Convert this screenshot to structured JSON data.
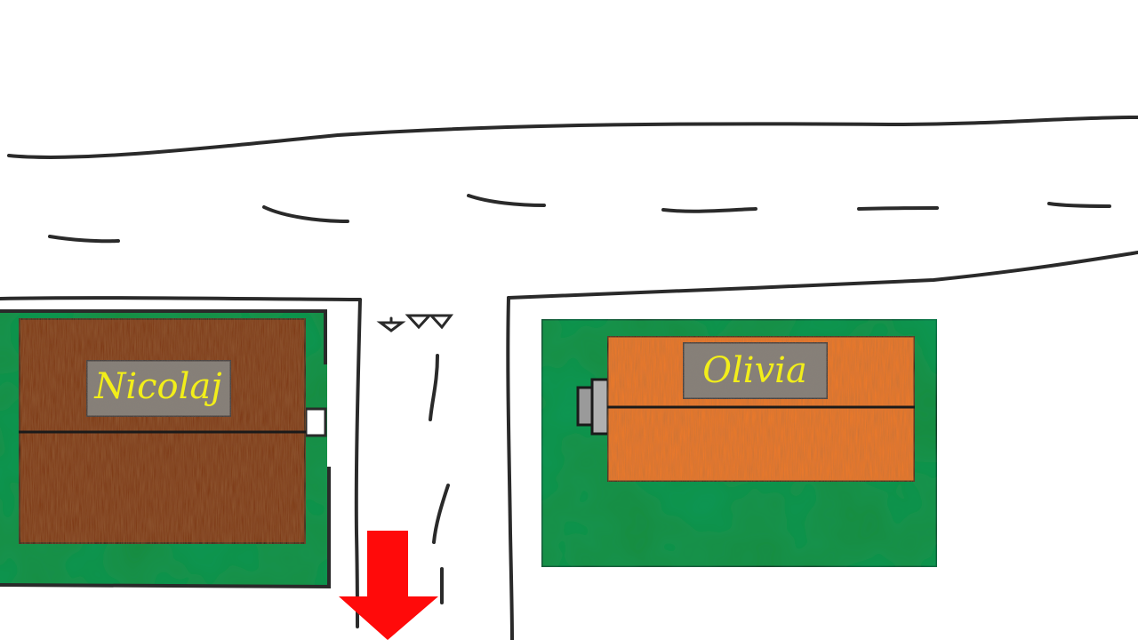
{
  "houses": [
    {
      "id": "left",
      "owner": "Nicolaj",
      "roof_color": "#7a3518",
      "garden_color": "#1f8a3e"
    },
    {
      "id": "right",
      "owner": "Olivia",
      "roof_color": "#f07a2a",
      "garden_color": "#1f8a3e"
    }
  ],
  "colors": {
    "outline": "#2a2a2a",
    "sign_text": "#f2ee1a",
    "sign_background": "#8a8178",
    "arrow": "#ff0a0a",
    "road_background": "#ffffff"
  },
  "icons": {
    "direction_arrow": "arrow-down-icon",
    "doorstep": "doorstep-icon"
  }
}
